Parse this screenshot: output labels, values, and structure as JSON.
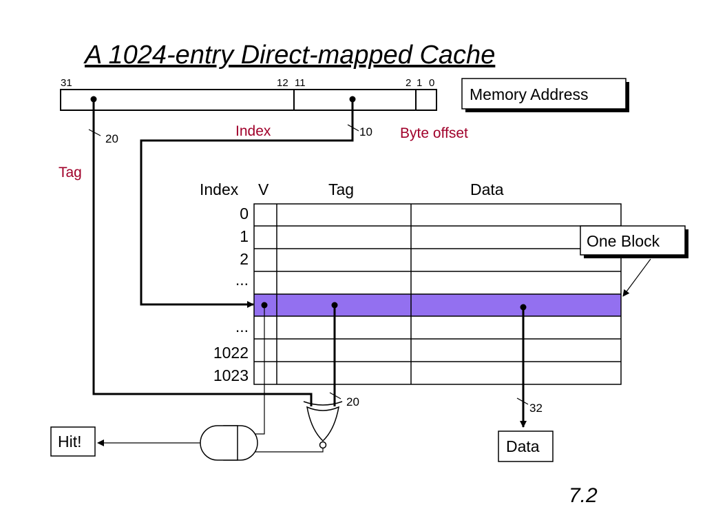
{
  "title": "A 1024-entry Direct-mapped Cache",
  "address": {
    "bits": [
      "31",
      "12",
      "11",
      "2",
      "1",
      "0"
    ],
    "box_label": "Memory Address"
  },
  "labels": {
    "index": "Index",
    "byte_offset": "Byte offset",
    "tag": "Tag",
    "one_block": "One Block",
    "hit": "Hit!",
    "data_out": "Data"
  },
  "bus_widths": {
    "tag": "20",
    "index": "10",
    "compare": "20",
    "data": "32"
  },
  "table": {
    "headers": [
      "Index",
      "V",
      "Tag",
      "Data"
    ],
    "rows": [
      "0",
      "1",
      "2",
      "...",
      "",
      "...",
      "1022",
      "1023"
    ],
    "highlight_color": "#9370f0"
  },
  "slide_number": "7.2"
}
